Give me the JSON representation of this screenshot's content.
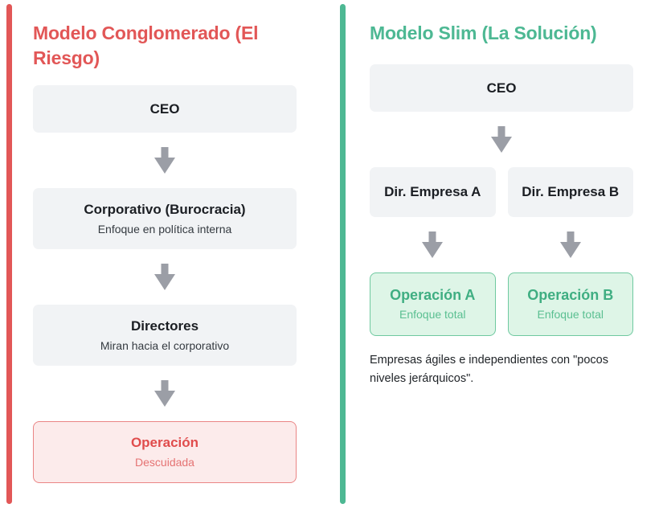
{
  "accent_colors": {
    "red": "#e25757",
    "green": "#4db893",
    "arrow_gray": "#9b9ea6"
  },
  "left_panel": {
    "title": "Modelo Conglomerado (El Riesgo)",
    "nodes": {
      "ceo": {
        "title": "CEO"
      },
      "corporativo": {
        "title": "Corporativo (Burocracia)",
        "subtitle": "Enfoque en política interna"
      },
      "directores": {
        "title": "Directores",
        "subtitle": "Miran hacia el corporativo"
      },
      "operacion": {
        "title": "Operación",
        "subtitle": "Descuidada"
      }
    }
  },
  "right_panel": {
    "title": "Modelo Slim (La Solución)",
    "nodes": {
      "ceo": {
        "title": "CEO"
      },
      "dir_a": {
        "title": "Dir. Empresa A"
      },
      "dir_b": {
        "title": "Dir. Empresa B"
      },
      "op_a": {
        "title": "Operación A",
        "subtitle": "Enfoque total"
      },
      "op_b": {
        "title": "Operación B",
        "subtitle": "Enfoque total"
      }
    },
    "footnote": "Empresas ágiles e independientes con \"pocos niveles jerárquicos\"."
  }
}
